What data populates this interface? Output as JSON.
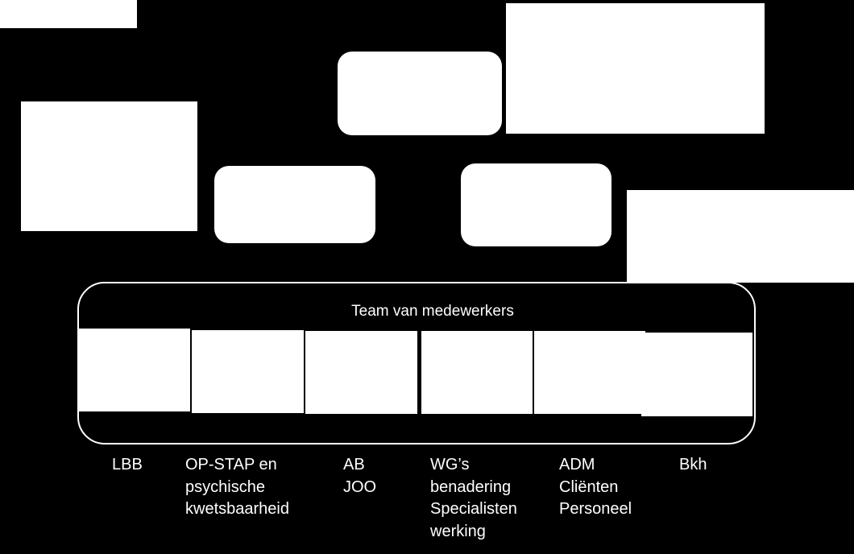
{
  "team": {
    "title": "Team van medewerkers"
  },
  "columns": [
    {
      "lines": [
        "LBB"
      ]
    },
    {
      "lines": [
        "OP-STAP en",
        "psychische",
        "kwetsbaarheid"
      ]
    },
    {
      "lines": [
        "AB",
        "JOO"
      ]
    },
    {
      "lines": [
        "WG’s",
        "benadering",
        "Specialisten",
        "werking"
      ]
    },
    {
      "lines": [
        "ADM",
        "Cliënten",
        "Personeel"
      ]
    },
    {
      "lines": [
        "Bkh"
      ]
    }
  ]
}
